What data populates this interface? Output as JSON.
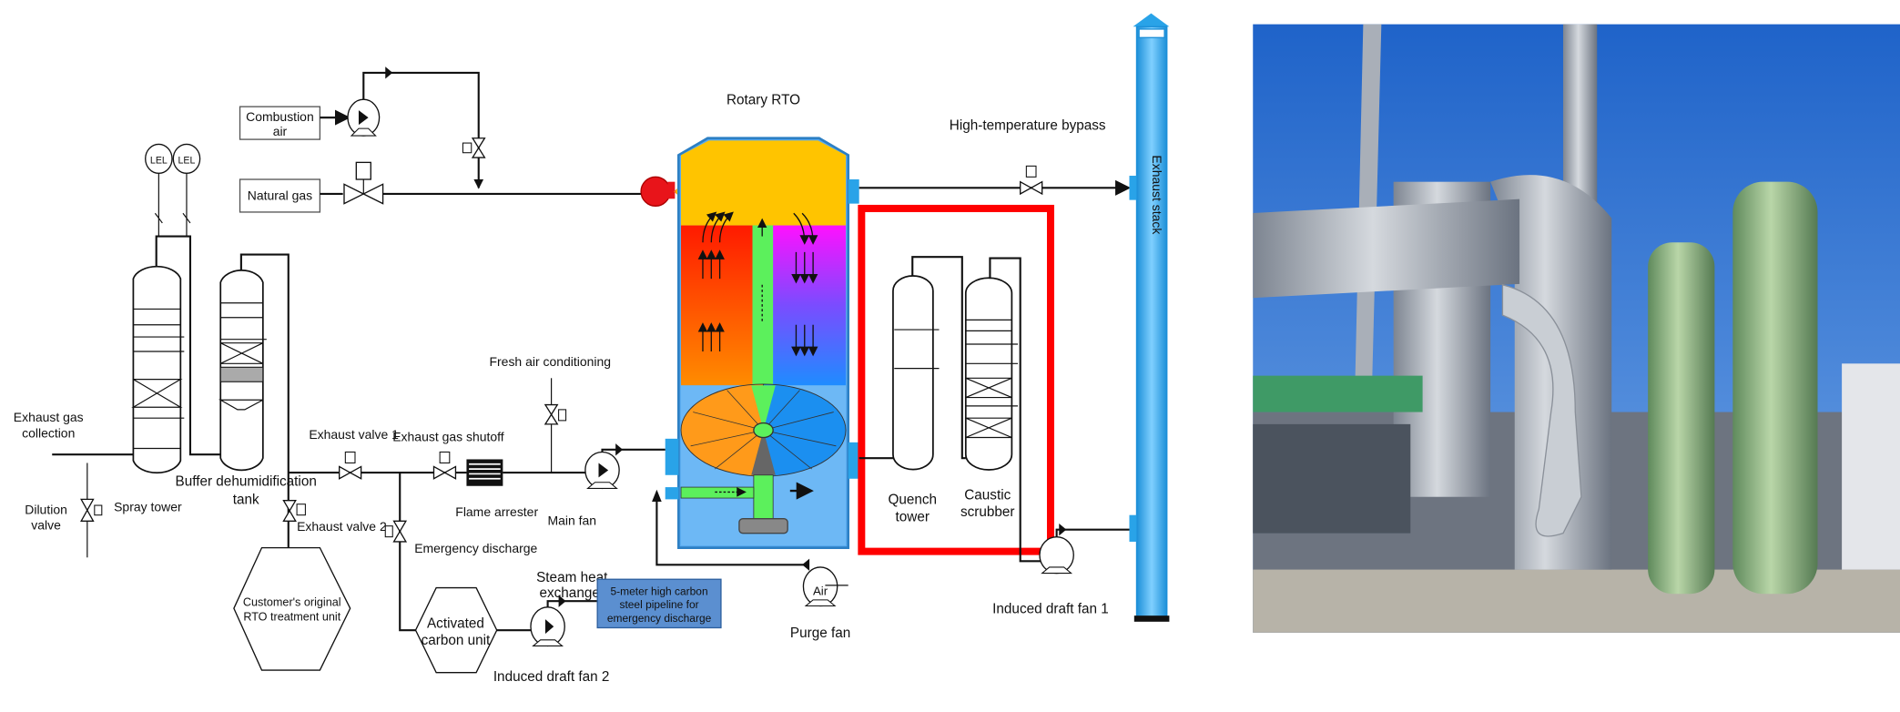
{
  "diagram": {
    "labels": {
      "combustion_air_1": "Combustion",
      "combustion_air_2": "air",
      "natural_gas": "Natural gas",
      "rotary_rto": "Rotary RTO",
      "high_temp_bypass": "High-temperature bypass",
      "exhaust_stack": "Exhaust stack",
      "lel": "LEL",
      "exhaust_gas_collection_1": "Exhaust gas",
      "exhaust_gas_collection_2": "collection",
      "dilution_valve_1": "Dilution",
      "dilution_valve_2": "valve",
      "spray_tower": "Spray tower",
      "buffer_tank_1": "Buffer dehumidification",
      "buffer_tank_2": "tank",
      "exhaust_valve_1": "Exhaust valve 1",
      "exhaust_gas_shutoff": "Exhaust gas shutoff",
      "exhaust_valve_2": "Exhaust valve 2",
      "emergency_discharge": "Emergency discharge",
      "fresh_air_conditioning": "Fresh air conditioning",
      "flame_arrester": "Flame arrester",
      "main_fan": "Main fan",
      "customer_rto_1": "Customer's original",
      "customer_rto_2": "RTO treatment unit",
      "activated_carbon_1": "Activated",
      "activated_carbon_2": "carbon unit",
      "steam_hx_1": "Steam heat",
      "steam_hx_2": "exchanger",
      "pipeline_1": "5-meter high carbon",
      "pipeline_2": "steel pipeline for",
      "pipeline_3": "emergency discharge",
      "induced_draft_fan_2": "Induced draft fan 2",
      "purge_fan": "Purge fan",
      "air": "Air",
      "quench_tower_1": "Quench",
      "quench_tower_2": "tower",
      "caustic_scrubber_1": "Caustic",
      "caustic_scrubber_2": "scrubber",
      "induced_draft_fan_1": "Induced draft fan 1"
    },
    "colors": {
      "highlight": "#ff0000",
      "stack": "#29a3e8",
      "rto_top": "#ffc400",
      "pipeline_box": "#5b8fd0"
    }
  }
}
